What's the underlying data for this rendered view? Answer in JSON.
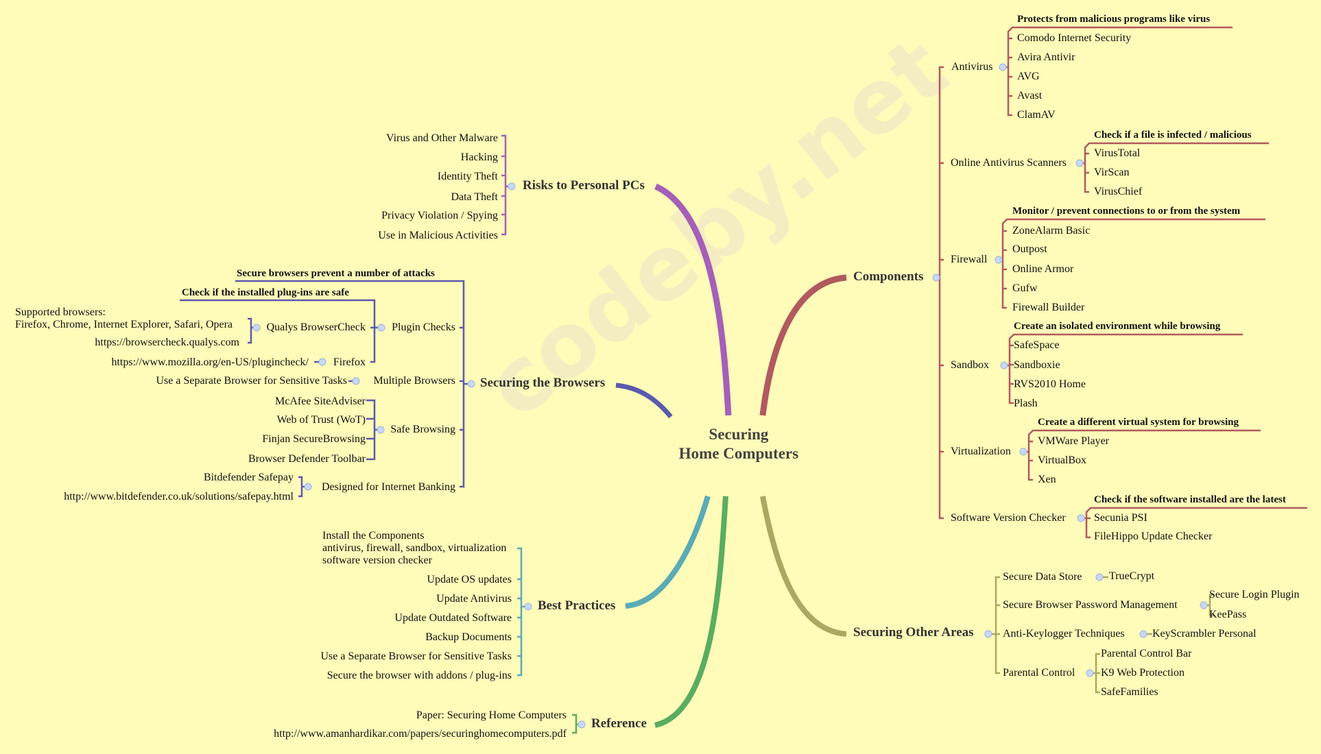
{
  "watermark": "codeby.net",
  "center": {
    "line1": "Securing",
    "line2": "Home Computers"
  },
  "colors": {
    "background": "#fffbb9",
    "risks": "#a55fb8",
    "browsers": "#5a5aad",
    "components": "#b05a5f",
    "other": "#aaa861",
    "best": "#5aabb5",
    "reference": "#5aad60",
    "collapse": "#c8d8f5"
  },
  "risks": {
    "label": "Risks to Personal PCs",
    "items": [
      "Virus and Other Malware",
      "Hacking",
      "Identity Theft",
      "Data Theft",
      "Privacy Violation / Spying",
      "Use in Malicious Activities"
    ]
  },
  "browsers": {
    "label": "Securing the Browsers",
    "note": "Secure browsers prevent a number of attacks",
    "plugin_checks": {
      "label": "Plugin Checks",
      "note": "Check if the installed plug-ins are safe",
      "qualys": {
        "label": "Qualys BrowserCheck",
        "supported": "Supported browsers:\nFirefox, Chrome, Internet Explorer, Safari, Opera",
        "url": "https://browsercheck.qualys.com"
      },
      "firefox": {
        "label": "Firefox",
        "url": "https://www.mozilla.org/en-US/plugincheck/"
      }
    },
    "multiple": {
      "label": "Multiple Browsers",
      "item": "Use a Separate Browser for Sensitive Tasks"
    },
    "safe_browsing": {
      "label": "Safe Browsing",
      "items": [
        "McAfee SiteAdviser",
        "Web of Trust (WoT)",
        "Finjan SecureBrowsing",
        "Browser Defender Toolbar"
      ]
    },
    "banking": {
      "label": "Designed for Internet Banking",
      "items": [
        "Bitdefender Safepay",
        "http://www.bitdefender.co.uk/solutions/safepay.html"
      ]
    }
  },
  "best": {
    "label": "Best Practices",
    "items": [
      "Install the Components\nantivirus, firewall, sandbox, virtualization\nsoftware version checker",
      "Update OS updates",
      "Update Antivirus",
      "Update Outdated Software",
      "Backup Documents",
      "Use a Separate Browser for Sensitive Tasks",
      "Secure the browser with addons / plug-ins"
    ]
  },
  "reference": {
    "label": "Reference",
    "items": [
      "Paper: Securing Home Computers",
      "http://www.amanhardikar.com/papers/securinghomecomputers.pdf"
    ]
  },
  "components": {
    "label": "Components",
    "antivirus": {
      "label": "Antivirus",
      "note": "Protects from malicious programs like virus",
      "items": [
        "Comodo Internet Security",
        "Avira Antivir",
        "AVG",
        "Avast",
        "ClamAV"
      ]
    },
    "scanners": {
      "label": "Online Antivirus Scanners",
      "note": "Check if a file is infected / malicious",
      "items": [
        "VirusTotal",
        "VirScan",
        "VirusChief"
      ]
    },
    "firewall": {
      "label": "Firewall",
      "note": "Monitor / prevent connections to or from the system",
      "items": [
        "ZoneAlarm Basic",
        "Outpost",
        "Online Armor",
        "Gufw",
        "Firewall Builder"
      ]
    },
    "sandbox": {
      "label": "Sandbox",
      "note": "Create an isolated environment while browsing",
      "items": [
        "SafeSpace",
        "Sandboxie",
        "RVS2010 Home",
        "Plash"
      ]
    },
    "virtualization": {
      "label": "Virtualization",
      "note": "Create a different virtual system for browsing",
      "items": [
        "VMWare Player",
        "VirtualBox",
        "Xen"
      ]
    },
    "version": {
      "label": "Software Version Checker",
      "note": "Check if the software installed are the latest",
      "items": [
        "Secunia PSI",
        "FileHippo Update Checker"
      ]
    }
  },
  "other": {
    "label": "Securing Other Areas",
    "data_store": {
      "label": "Secure Data Store",
      "items": [
        "TrueCrypt"
      ]
    },
    "password": {
      "label": "Secure Browser Password Management",
      "items": [
        "Secure Login Plugin",
        "KeePass"
      ]
    },
    "keylogger": {
      "label": "Anti-Keylogger Techniques",
      "items": [
        "KeyScrambler Personal"
      ]
    },
    "parental": {
      "label": "Parental Control",
      "items": [
        "Parental Control Bar",
        "K9 Web Protection",
        "SafeFamilies"
      ]
    }
  }
}
